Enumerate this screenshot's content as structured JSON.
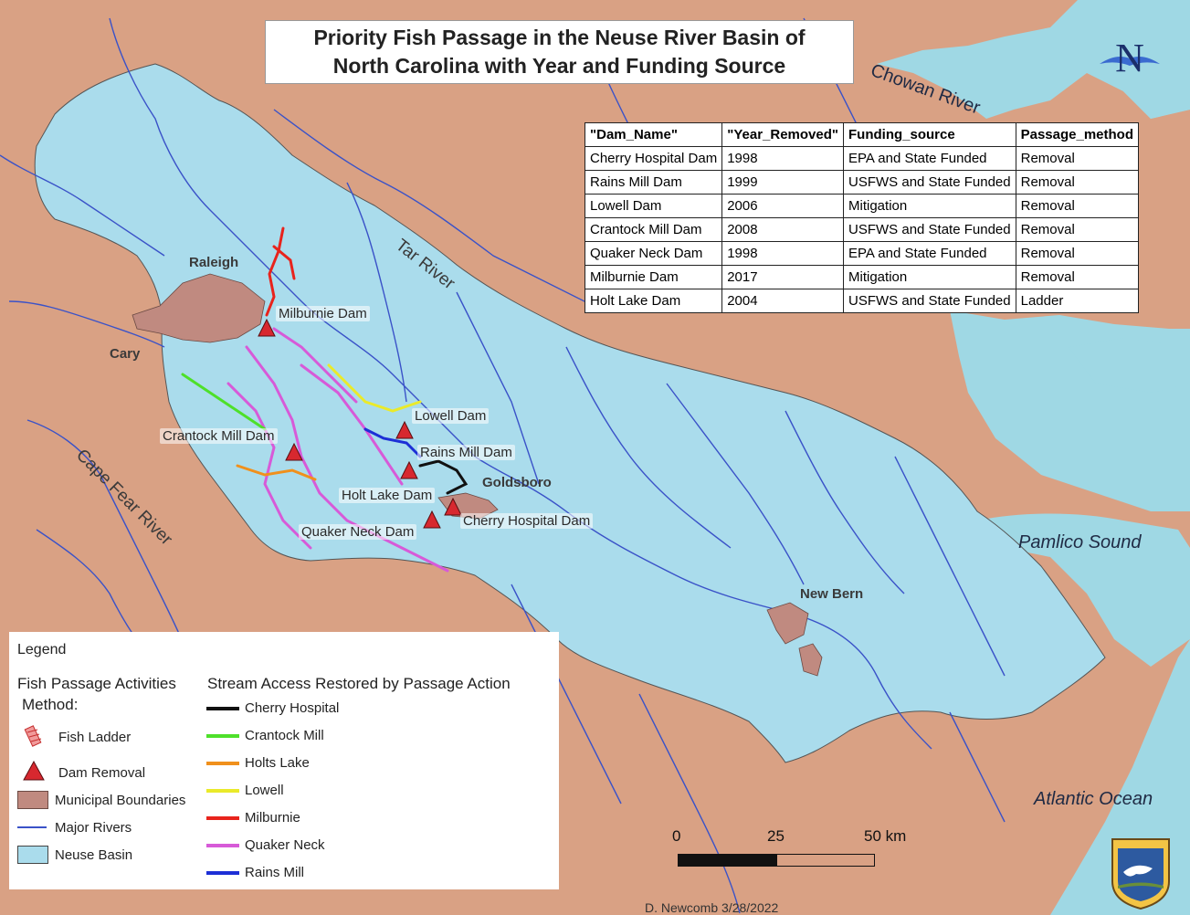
{
  "title": {
    "line1": "Priority Fish Passage in the Neuse River Basin of",
    "line2": "North Carolina with Year and Funding Source"
  },
  "table": {
    "headers": [
      "\"Dam_Name\"",
      "\"Year_Removed\"",
      "Funding_source",
      "Passage_method"
    ],
    "rows": [
      [
        "Cherry Hospital Dam",
        "1998",
        "EPA and State Funded",
        "Removal"
      ],
      [
        "Rains Mill Dam",
        "1999",
        "USFWS and State Funded",
        "Removal"
      ],
      [
        "Lowell Dam",
        "2006",
        "Mitigation",
        "Removal"
      ],
      [
        "Crantock Mill Dam",
        "2008",
        "USFWS and State Funded",
        "Removal"
      ],
      [
        "Quaker Neck Dam",
        "1998",
        "EPA and State Funded",
        "Removal"
      ],
      [
        "Milburnie Dam",
        "2017",
        "Mitigation",
        "Removal"
      ],
      [
        "Holt Lake Dam",
        "2004",
        "USFWS and State Funded",
        "Ladder"
      ]
    ]
  },
  "dams": {
    "milburnie": "Milburnie Dam",
    "lowell": "Lowell Dam",
    "crantock": "Crantock Mill Dam",
    "rains": "Rains Mill Dam",
    "holt": "Holt Lake Dam",
    "cherry": "Cherry Hospital Dam",
    "quaker": "Quaker Neck Dam"
  },
  "cities": {
    "raleigh": "Raleigh",
    "cary": "Cary",
    "goldsboro": "Goldsboro",
    "new_bern": "New Bern"
  },
  "water_labels": {
    "chowan": "Chowan River",
    "tar": "Tar River",
    "cape_fear": "Cape Fear River",
    "pamlico": "Pamlico Sound",
    "atlantic": "Atlantic Ocean"
  },
  "north_label": "N",
  "legend": {
    "title": "Legend",
    "fish_passage_heading_1": "Fish Passage Activities",
    "fish_passage_heading_2": "Method:",
    "fish_ladder": "Fish Ladder",
    "dam_removal": "Dam Removal",
    "municipal": "Municipal Boundaries",
    "major_rivers": "Major Rivers",
    "neuse_basin": "Neuse Basin",
    "stream_heading": "Stream Access Restored by Passage Action",
    "streams": [
      {
        "label": "Cherry Hospital",
        "color": "#111111"
      },
      {
        "label": "Crantock Mill",
        "color": "#4ee02a"
      },
      {
        "label": "Holts Lake",
        "color": "#f0901c"
      },
      {
        "label": "Lowell",
        "color": "#eaea2a"
      },
      {
        "label": "Milburnie",
        "color": "#e8231c"
      },
      {
        "label": "Quaker Neck",
        "color": "#d75ad8"
      },
      {
        "label": "Rains Mill",
        "color": "#1d2fd6"
      }
    ]
  },
  "scale": {
    "t0": "0",
    "t25": "25",
    "t50": "50 km"
  },
  "credit": "D. Newcomb 3/28/2022",
  "colors": {
    "land": "#d9a184",
    "water": "#9fd8e4",
    "basin": "#aadcec",
    "municipal": "#c08a80",
    "river": "#3a52c8",
    "dam_marker": "#d7282f"
  },
  "icons": [
    "north-arrow-icon",
    "triangle-dam-icon",
    "fish-ladder-icon",
    "usfws-shield-icon"
  ]
}
